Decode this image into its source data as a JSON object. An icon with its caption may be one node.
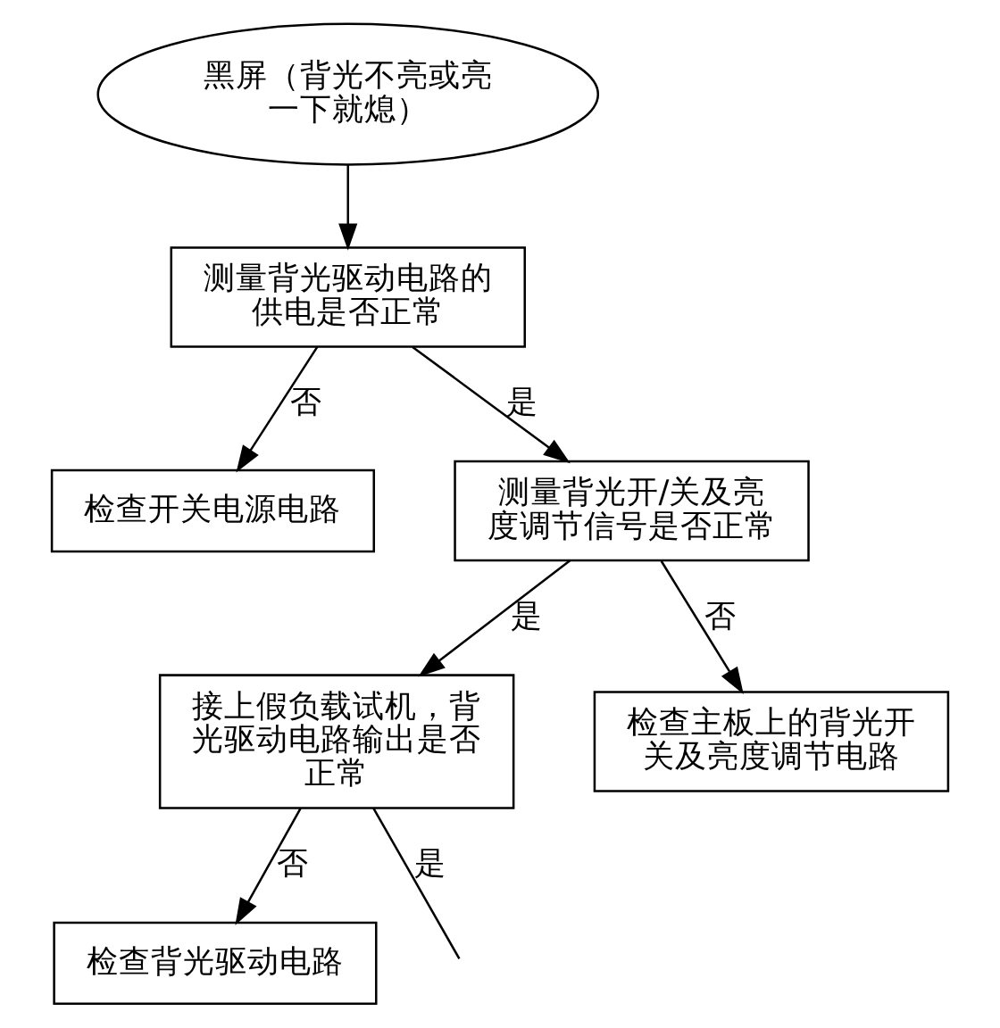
{
  "diagram": {
    "nodes": [
      {
        "text": [
          "黑屏（背光不亮或亮一下就熄）"
        ]
      },
      {
        "text": [
          "测量背光驱动电路的供电是否正常"
        ]
      },
      {
        "text": [
          "检查开关电源电路"
        ]
      },
      {
        "text": [
          "测量背光开/关及亮度调节信号是否正常"
        ]
      },
      {
        "text": [
          "接上假负载试机，背光驱动电路输出是否正常"
        ]
      },
      {
        "text": [
          "检查主板上的背光开关及亮度调节电路"
        ]
      },
      {
        "text": [
          "检查背光驱动电路"
        ]
      }
    ],
    "edges": [
      {
        "from": 0,
        "to": 1,
        "arrow": "to"
      },
      {
        "from": 1,
        "to": 2,
        "arrow": "to",
        "label": "否"
      },
      {
        "from": 1,
        "to": 3,
        "arrow": "to",
        "label": "是"
      },
      {
        "from": 3,
        "to": 4,
        "arrow": "to",
        "label": "是"
      },
      {
        "from": 3,
        "to": 5,
        "arrow": "to",
        "label": "否"
      },
      {
        "from": 4,
        "to": 6,
        "arrow": "to",
        "label": "否"
      },
      {
        "from": 4,
        "to": null,
        "arrow": "none",
        "label": "是"
      }
    ]
  }
}
